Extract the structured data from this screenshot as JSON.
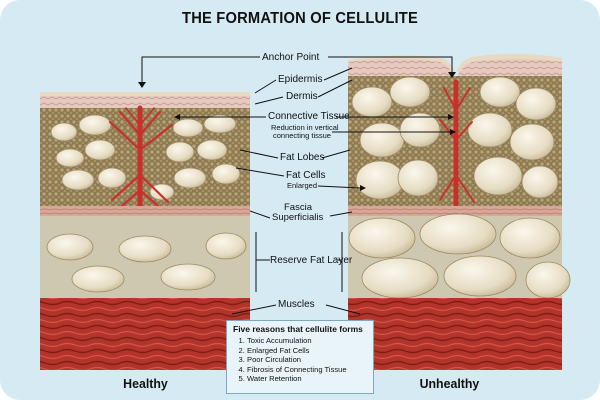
{
  "title": "THE FORMATION OF CELLULITE",
  "labels": {
    "anchor_point": "Anchor Point",
    "epidermis": "Epidermis",
    "dermis": "Dermis",
    "connective_tissue": "Connective Tissue",
    "reduction_line1": "Reduction in vertical",
    "reduction_line2": "connecting tissue",
    "fat_lobes": "Fat Lobes",
    "fat_cells": "Fat Cells",
    "enlarged": "Enlarged",
    "fascia": "Fascia",
    "superficialis": "Superficialis",
    "reserve_fat_layer": "Reserve Fat Layer",
    "muscles": "Muscles"
  },
  "panels": {
    "healthy": "Healthy",
    "unhealthy": "Unhealthy"
  },
  "reasons": {
    "heading": "Five reasons that cellulite forms",
    "items": [
      "Toxic Accumulation",
      "Enlarged Fat Cells",
      "Poor Circulation",
      "Fibrosis of Connecting Tissue",
      "Water Retention"
    ]
  },
  "colors": {
    "background": "#d6eaf3",
    "fat_cell": "#ece4d0",
    "muscle": "#b3342a",
    "fibre": "#c9302c",
    "reserve_layer": "#cfc8b0"
  }
}
